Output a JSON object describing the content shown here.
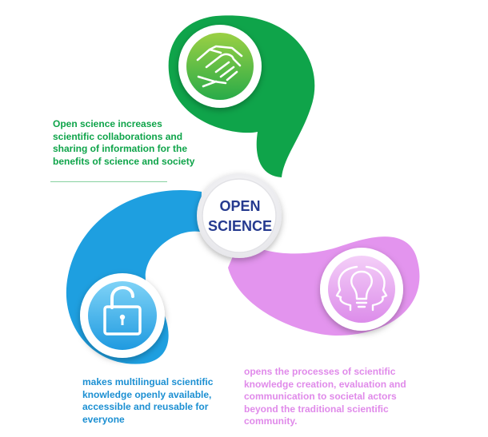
{
  "center": {
    "line1": "OPEN",
    "line2": "SCIENCE"
  },
  "petals": [
    {
      "id": "collaboration",
      "icon": "handshake-icon",
      "text": "Open science increases scientific collaborations and sharing of information for the benefits of science and society"
    },
    {
      "id": "accessibility",
      "icon": "unlocked-padlock-icon",
      "text": "makes multilingual scientific knowledge openly available, accessible and reusable for everyone"
    },
    {
      "id": "engagement",
      "icon": "heads-lightbulb-icon",
      "text": "opens the processes of scientific knowledge creation, evaluation and communication to societal actors beyond the traditional scientific community."
    }
  ],
  "colors": {
    "green": "#0fa44a",
    "green_light": "#8cc63e",
    "blue": "#1e9fe0",
    "blue_light": "#64c4f2",
    "pink": "#e394ee",
    "pink_light": "#f1c6f6",
    "center_text": "#253a8f",
    "caption_green": "#0fa44a",
    "caption_blue": "#1b8fd2",
    "caption_pink": "#e08aea"
  }
}
